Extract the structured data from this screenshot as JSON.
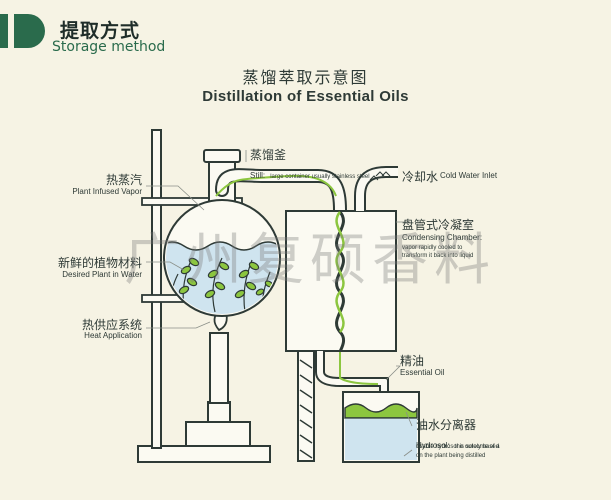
{
  "header": {
    "title_cn": "提取方式",
    "title_en": "Storage method"
  },
  "diagram": {
    "title_cn": "蒸馏萃取示意图",
    "title_en": "Distillation of Essential Oils"
  },
  "labels": {
    "vapor_cn": "热蒸汽",
    "vapor_en": "Plant Infused Vapor",
    "plant_cn": "新鲜的植物材料",
    "plant_en": "Desired Plant in Water",
    "heat_cn": "热供应系统",
    "heat_en": "Heat Application",
    "still_cn": "蒸馏釜",
    "still_en": "Still:",
    "still_note": "large container usually stainless steel",
    "cold_cn": "冷却水",
    "cold_en": "Cold Water Inlet",
    "condenser_cn": "盘管式冷凝室",
    "condenser_en": "Condensing Chamber:",
    "condenser_note1": "vapor rapidly cooled to",
    "condenser_note2": "transform it back into liquid",
    "oil_cn": "精油",
    "oil_en": "Essential Oil",
    "hydrosol_cn": "油水分离器",
    "hydrosol_en": "Hydrosol:",
    "hydrosol_note1": "the outcome of a",
    "hydrosol_note2": "usable hydrosol is solely based",
    "hydrosol_note3": "on the plant being distilled"
  },
  "watermark": "广州复硕香料",
  "colors": {
    "background": "#f6f3e4",
    "brand_green": "#2a6b4c",
    "vapor_green": "#8cc63f",
    "line_dark": "#2e3a36",
    "water_blue": "#cfe4ef",
    "oil_green": "#8cc63f"
  }
}
